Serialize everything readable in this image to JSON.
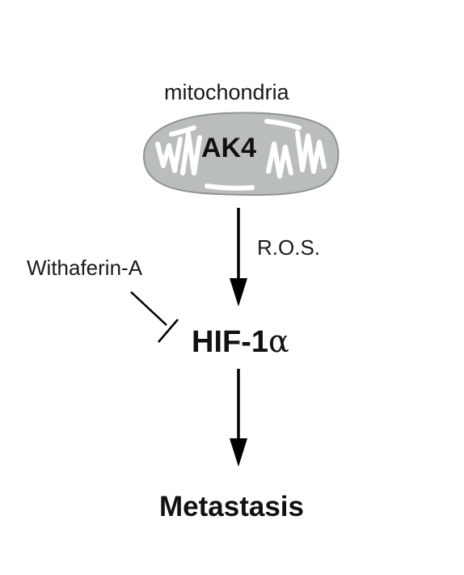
{
  "diagram": {
    "organelle_label": "mitochondria",
    "organelle_protein": "AK4",
    "edge_label_ros": "R.O.S.",
    "inhibitor": "Withaferin-A",
    "target_prefix": "HIF-1",
    "target_suffix": "α",
    "outcome": "Metastasis"
  },
  "colors": {
    "mito_fill": "#b9bdbd",
    "mito_stroke": "#8f9393",
    "cristae": "#ffffff",
    "text": "#111111",
    "arrow": "#000000"
  }
}
